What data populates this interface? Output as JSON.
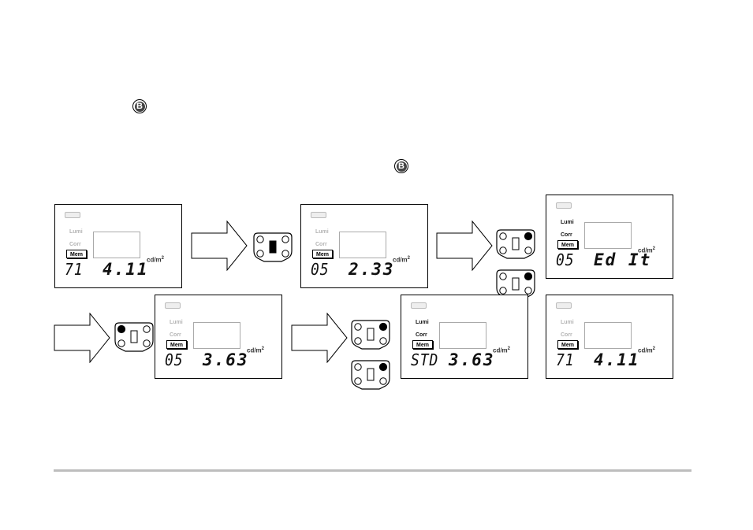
{
  "button_symbol": "B",
  "panel_labels": {
    "lumi": "Lumi",
    "corr": "Corr",
    "mem": "Mem",
    "unit": "cd/m",
    "unit_exp": "2"
  },
  "panels": [
    {
      "left": "71",
      "right": "4.11",
      "labels_dark": false
    },
    {
      "left": "05",
      "right": "2.33",
      "labels_dark": false
    },
    {
      "left": "05",
      "right": "Ed It",
      "labels_dark": true
    },
    {
      "left": "05",
      "right": "3.63",
      "labels_dark": false
    },
    {
      "left": "STD",
      "right": "3.63",
      "labels_dark": true
    },
    {
      "left": "71",
      "right": "4.11",
      "labels_dark": false
    }
  ],
  "device_states": {
    "center_pressed": "center-button-filled",
    "top_right_pressed": "top-right-button-filled",
    "top_left_pressed": "top-left-button-filled"
  }
}
